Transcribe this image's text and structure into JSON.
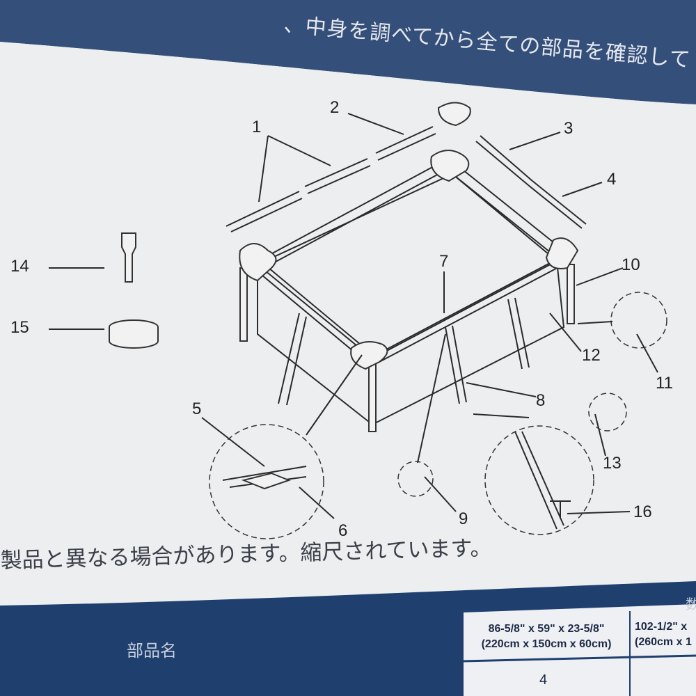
{
  "header": {
    "instruction_text": "、中身を調べてから全ての部品を確認して"
  },
  "diagram": {
    "callouts": [
      "1",
      "2",
      "3",
      "4",
      "5",
      "6",
      "7",
      "8",
      "9",
      "10",
      "11",
      "12",
      "13",
      "14",
      "15",
      "16"
    ]
  },
  "note": "製品と異なる場合があります。縮尺されています。",
  "table": {
    "part_name_header": "部品名",
    "quantity_header_partial": "数",
    "sizes": [
      {
        "inches": "86-5/8\" x 59\" x 23-5/8\"",
        "cm": "(220cm x 150cm x 60cm)"
      },
      {
        "inches": "102-1/2\" x",
        "cm": "(260cm x 1"
      }
    ],
    "first_row_quantity": "4"
  },
  "colors": {
    "band_blue": "#34507a",
    "table_blue": "#1f3f6e",
    "paper": "#eceef0"
  }
}
